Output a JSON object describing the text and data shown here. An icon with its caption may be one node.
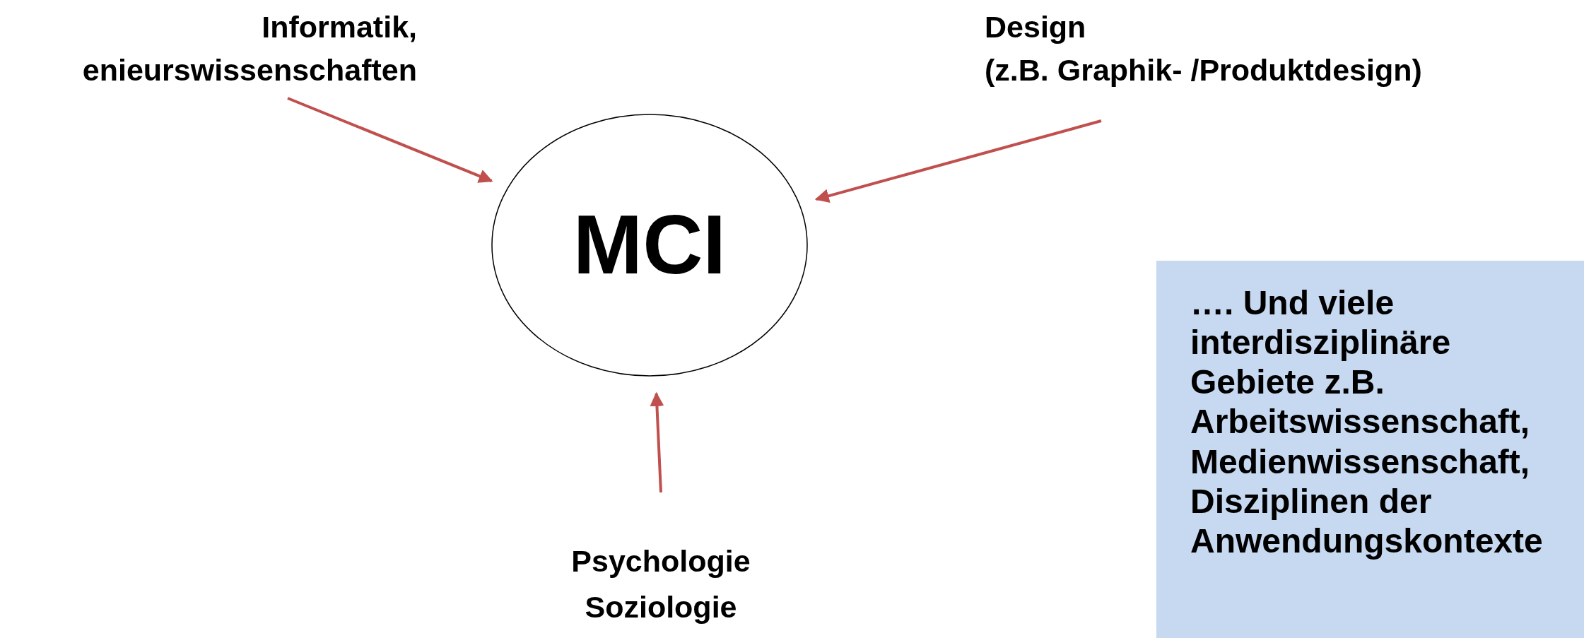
{
  "diagram": {
    "nodes": [
      {
        "text": [
          "MCI"
        ]
      },
      {
        "text": [
          "Informatik, enieurswissenschaften"
        ]
      },
      {
        "text": [
          "Design",
          "(z.B. Graphik- /Produktdesign)"
        ]
      },
      {
        "text": [
          "Psychologie Soziologie"
        ]
      },
      {
        "text": [
          "…. Und viele interdisziplinäre Gebiete z.B. Arbeitswissenschaft, Medienwissenschaft, Disziplinen der Anwendungskontexte"
        ]
      }
    ],
    "edges": [
      {
        "from": 1,
        "to": 0,
        "arrow": "to"
      },
      {
        "from": 2,
        "to": 0,
        "arrow": "to"
      },
      {
        "from": 3,
        "to": 0,
        "arrow": "to"
      }
    ]
  }
}
